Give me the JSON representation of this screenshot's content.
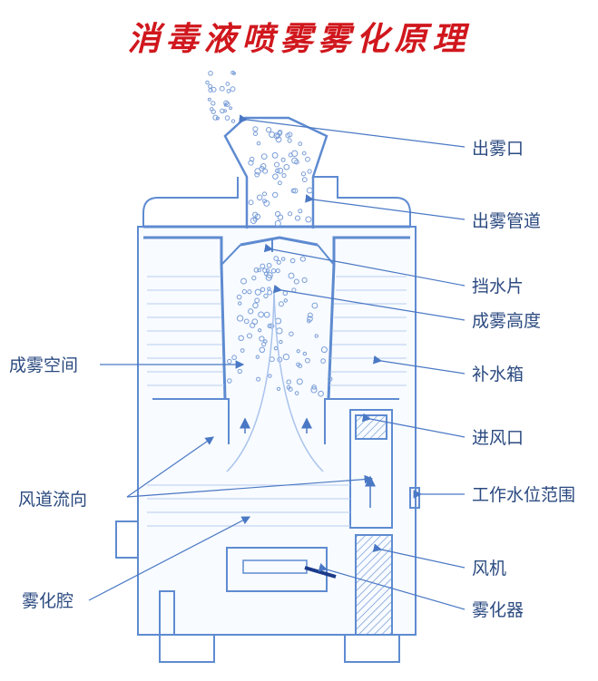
{
  "title": "消毒液喷雾雾化原理",
  "colors": {
    "title": "#d0171d",
    "line": "#5e8bd1",
    "label": "#2b4a80",
    "fill": "#eef4fc"
  },
  "labels": {
    "outlet": "出雾口",
    "pipe": "出雾管道",
    "baffle": "挡水片",
    "mist_height": "成雾高度",
    "mist_space": "成雾空间",
    "refill_tank": "补水箱",
    "air_inlet": "进风口",
    "airflow": "风道流向",
    "water_range": "工作水位范围",
    "atom_chamber": "雾化腔",
    "fan": "风机",
    "atomizer": "雾化器"
  }
}
